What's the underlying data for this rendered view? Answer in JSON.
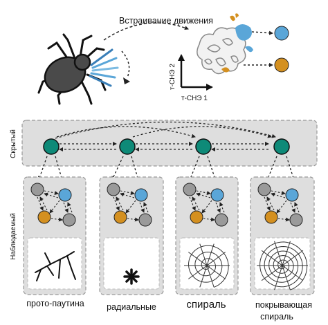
{
  "embedding_label": "Встраивание движения",
  "axis_y_label": "т-СНЭ 2",
  "axis_x_label": "т-СНЭ 1",
  "hidden_label": "Скрытый",
  "observed_label": "Наблюдаемый",
  "states": [
    {
      "caption": "прото-паутина",
      "caption_line2": ""
    },
    {
      "caption": "радиальные",
      "caption_line2": ""
    },
    {
      "caption": "спираль",
      "caption_line2": ""
    },
    {
      "caption": "покрывающая",
      "caption_line2": "спираль"
    }
  ],
  "colors": {
    "teal": "#0e8a78",
    "blue": "#5aa6d8",
    "orange": "#d49020",
    "gray": "#9a9a9a",
    "panel": "#dedede",
    "spider": "#4a4a4a"
  }
}
